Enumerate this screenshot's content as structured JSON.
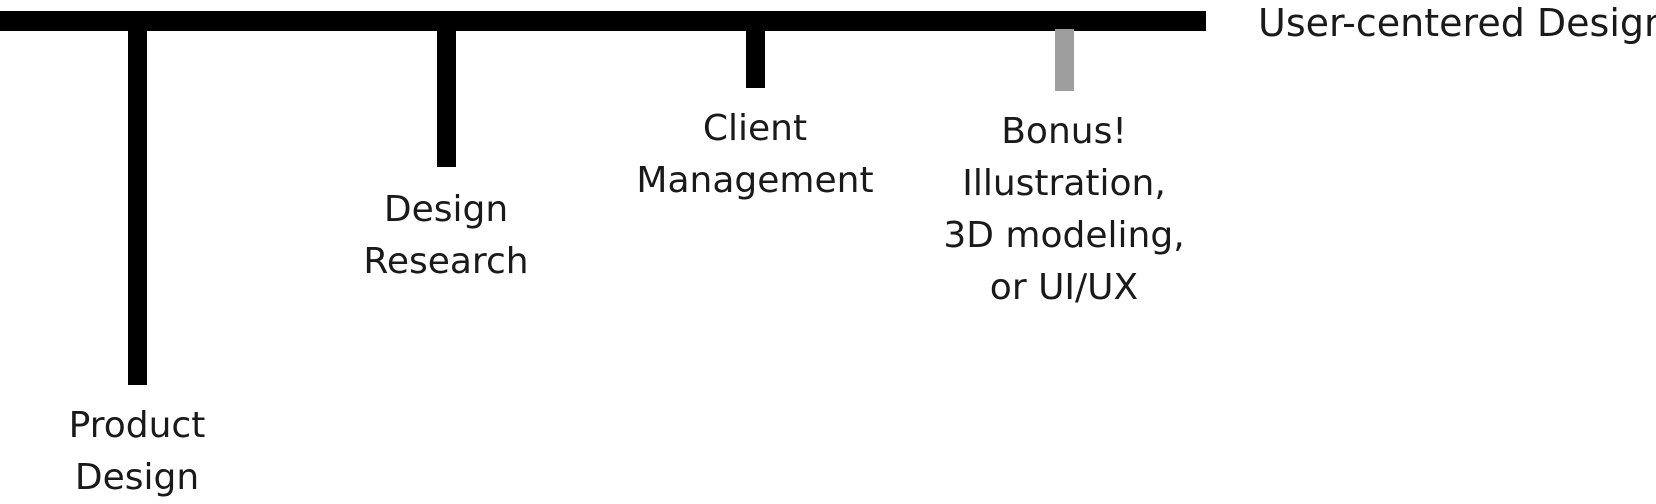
{
  "diagram": {
    "main": {
      "label": "User-centered Design",
      "color": "#000000"
    },
    "branches": [
      {
        "label": "Product\nDesign",
        "color": "#000000"
      },
      {
        "label": "Design\nResearch",
        "color": "#000000"
      },
      {
        "label": "Client\nManagement",
        "color": "#000000"
      },
      {
        "label": "Bonus!\nIllustration,\n3D modeling,\nor UI/UX",
        "color": "#9e9e9e"
      }
    ]
  }
}
